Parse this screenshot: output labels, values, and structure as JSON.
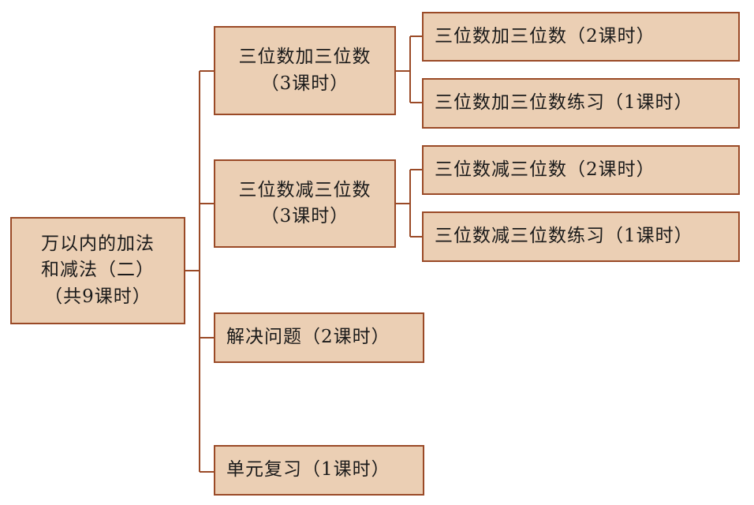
{
  "root": {
    "line1": "万以内的加法",
    "line2": "和减法（二）",
    "line3": "（共9课时）"
  },
  "branches": [
    {
      "line1": "三位数加三位数",
      "line2": "（3课时）",
      "children": [
        "三位数加三位数（2课时）",
        "三位数加三位数练习（1课时）"
      ]
    },
    {
      "line1": "三位数减三位数",
      "line2": "（3课时）",
      "children": [
        "三位数减三位数（2课时）",
        "三位数减三位数练习（1课时）"
      ]
    },
    {
      "line1": "解决问题（2课时）"
    },
    {
      "line1": "单元复习（1课时）"
    }
  ],
  "colors": {
    "box_fill": "#ebcfb4",
    "border": "#9a4a27"
  }
}
